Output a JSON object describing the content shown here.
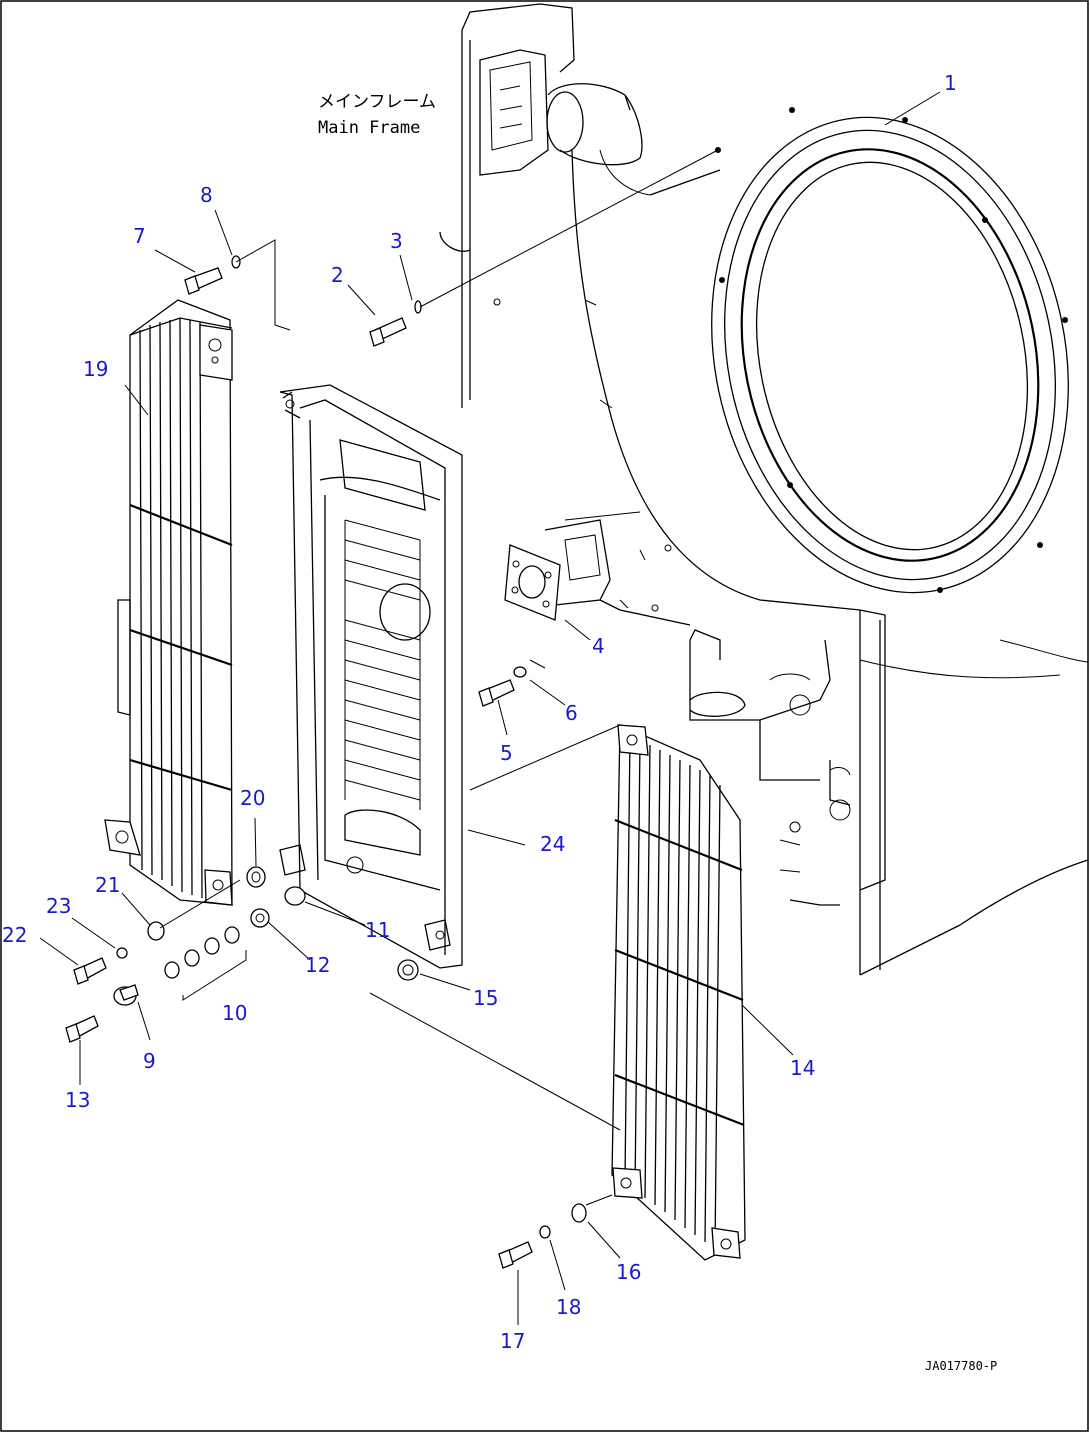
{
  "main_frame_label": {
    "jp": "メインフレーム",
    "en": "Main Frame"
  },
  "document_id": "JA017780-P",
  "callouts": [
    "1",
    "2",
    "3",
    "4",
    "5",
    "6",
    "7",
    "8",
    "9",
    "10",
    "11",
    "12",
    "13",
    "14",
    "15",
    "16",
    "17",
    "18",
    "19",
    "20",
    "21",
    "22",
    "23",
    "24"
  ],
  "colors": {
    "callout_text": "#1a1acc",
    "line": "#000000",
    "background": "#ffffff"
  }
}
